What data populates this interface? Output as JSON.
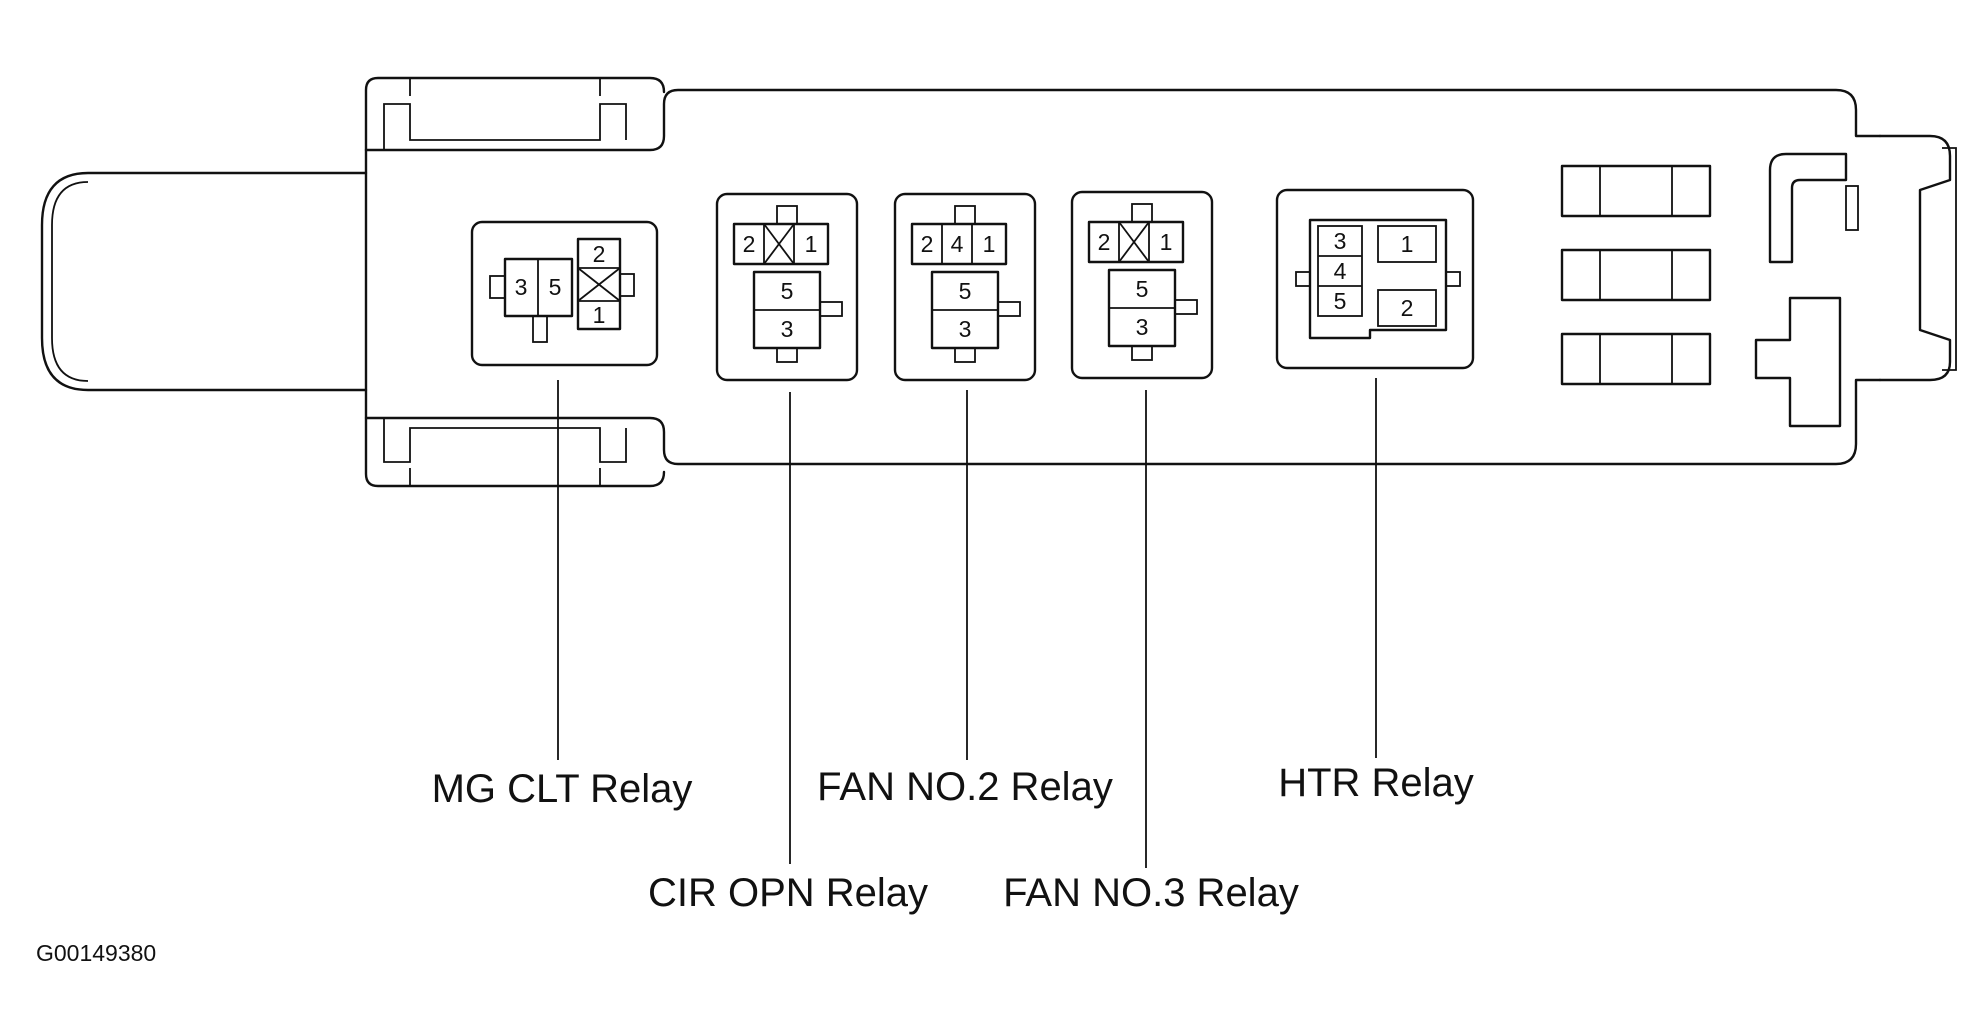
{
  "figure_code": "G00149380",
  "relays": [
    {
      "name": "MG CLT Relay",
      "pins": [
        "3",
        "5",
        "2",
        "1"
      ]
    },
    {
      "name": "CIR OPN Relay",
      "pins": [
        "2",
        "1",
        "5",
        "3"
      ]
    },
    {
      "name": "FAN NO.2 Relay",
      "pins": [
        "2",
        "4",
        "1",
        "5",
        "3"
      ]
    },
    {
      "name": "FAN NO.3 Relay",
      "pins": [
        "2",
        "1",
        "5",
        "3"
      ]
    },
    {
      "name": "HTR Relay",
      "pins": [
        "3",
        "4",
        "5",
        "1",
        "2"
      ]
    }
  ]
}
